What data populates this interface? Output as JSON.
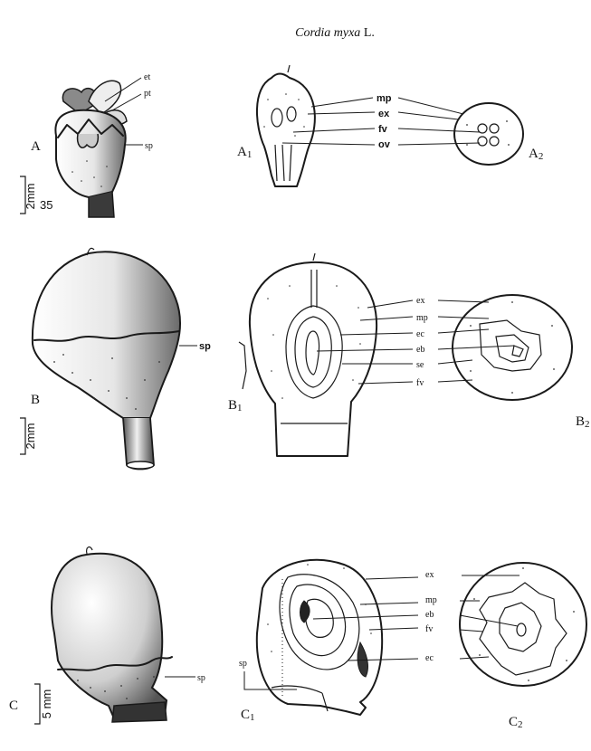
{
  "title": {
    "italic": "Cordia myxa",
    "rest": " L."
  },
  "figures": {
    "A": "A",
    "A1": {
      "letter": "A",
      "sub": "1"
    },
    "A2": {
      "letter": "A",
      "sub": "2"
    },
    "B": "B",
    "B1": {
      "letter": "B",
      "sub": "1"
    },
    "B2": {
      "letter": "B",
      "sub": "2"
    },
    "C": "C",
    "C1": {
      "letter": "C",
      "sub": "1"
    },
    "C2": {
      "letter": "C",
      "sub": "2"
    }
  },
  "labels": {
    "et": "et",
    "pt": "pt",
    "sp": "sp",
    "mp": "mp",
    "ex": "ex",
    "fv": "fv",
    "ov": "ov",
    "ec": "ec",
    "eb": "eb",
    "se": "se"
  },
  "scales": {
    "a": {
      "text": "2mm",
      "stage": "35"
    },
    "b": {
      "text": "2mm"
    },
    "c": {
      "text": "5 mm"
    }
  },
  "colors": {
    "ink": "#1a1a1a",
    "paper": "#ffffff"
  }
}
